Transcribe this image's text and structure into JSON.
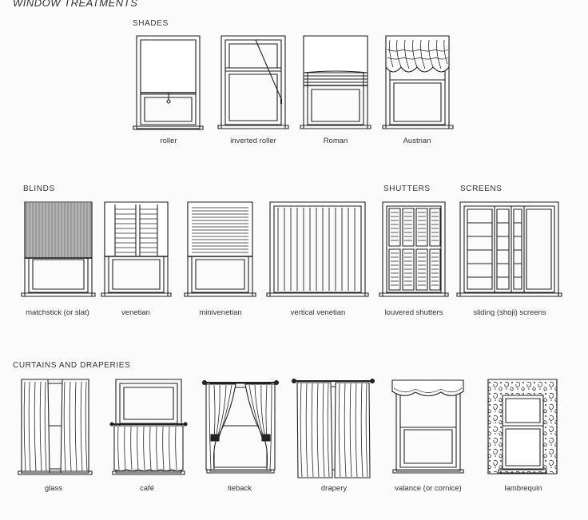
{
  "title": "WINDOW TREATMENTS",
  "sections": {
    "shades": "SHADES",
    "blinds": "BLINDS",
    "shutters": "SHUTTERS",
    "screens": "SCREENS",
    "curtains": "CURTAINS AND DRAPERIES"
  },
  "captions": {
    "roller": "roller",
    "inverted_roller": "inverted roller",
    "roman": "Roman",
    "austrian": "Austrian",
    "matchstick": "matchstick (or slat)",
    "venetian": "venetian",
    "minivenetian": "minivenetian",
    "vertical_venetian": "vertical venetian",
    "louvered_shutters": "louvered shutters",
    "sliding_screens": "sliding (shoji) screens",
    "glass": "glass",
    "cafe": "café",
    "tieback": "tieback",
    "drapery": "drapery",
    "valance": "valance (or cornice)",
    "lambrequin": "lambrequin"
  }
}
